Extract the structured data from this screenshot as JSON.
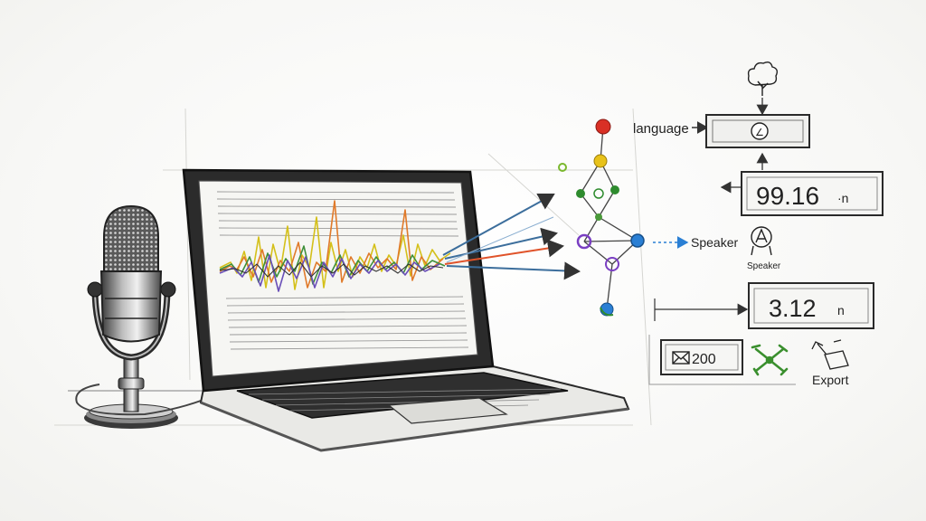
{
  "labels": {
    "language": "language",
    "speaker": "Speaker",
    "speaker_caption": "Speaker",
    "export": "Export"
  },
  "panels": {
    "top_box_symbol": "∠",
    "value_1": "99.16",
    "value_1_unit": "·n",
    "value_2": "3.12",
    "value_2_unit": "n",
    "file_box": "200"
  },
  "colors": {
    "red": "#d93025",
    "yellow": "#e8c21a",
    "green": "#2e8b2e",
    "blue": "#2a7fd4",
    "purple": "#7a3fc2",
    "orange": "#e8622a",
    "pencil": "#333333"
  },
  "icons": {
    "tree": "tree-icon",
    "speaker": "speaker-badge-icon",
    "mail": "mail-icon",
    "tools": "tools-icon",
    "export": "export-icon"
  }
}
